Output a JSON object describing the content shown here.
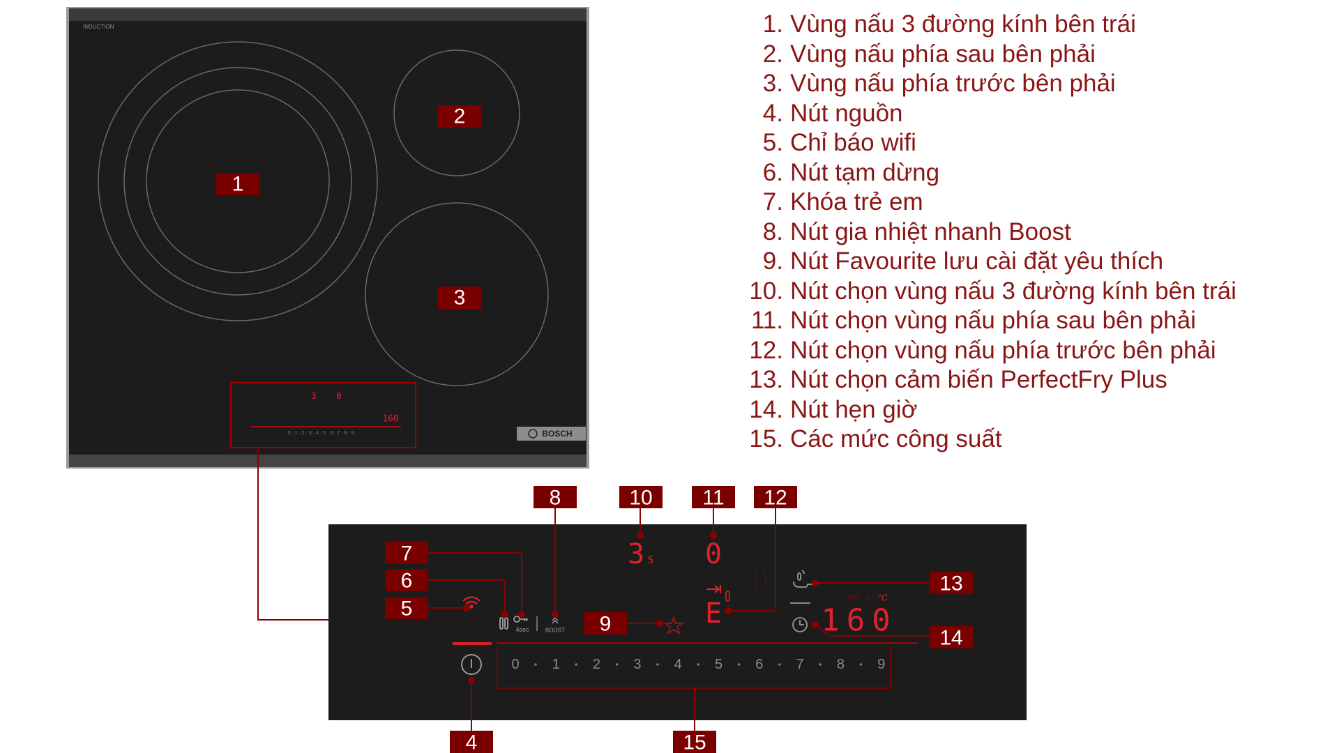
{
  "legend": [
    {
      "num": "1.",
      "text": "Vùng nấu 3 đường kính bên trái"
    },
    {
      "num": "2.",
      "text": "Vùng nấu phía sau bên phải"
    },
    {
      "num": "3.",
      "text": "Vùng nấu phía trước bên phải"
    },
    {
      "num": "4.",
      "text": "Nút nguồn"
    },
    {
      "num": "5.",
      "text": "Chỉ báo wifi"
    },
    {
      "num": "6.",
      "text": "Nút tạm dừng"
    },
    {
      "num": "7.",
      "text": "Khóa trẻ em"
    },
    {
      "num": "8.",
      "text": "Nút gia nhiệt nhanh Boost"
    },
    {
      "num": "9.",
      "text": "Nút Favourite lưu cài đặt yêu thích"
    },
    {
      "num": "10.",
      "text": "Nút chọn vùng nấu 3 đường kính bên trái"
    },
    {
      "num": "11.",
      "text": "Nút chọn vùng nấu phía sau bên phải"
    },
    {
      "num": "12.",
      "text": "Nút chọn vùng nấu phía trước bên phải"
    },
    {
      "num": "13.",
      "text": "Nút chọn cảm biến PerfectFry Plus"
    },
    {
      "num": "14.",
      "text": "Nút hẹn giờ"
    },
    {
      "num": "15.",
      "text": "Các mức công suất"
    }
  ],
  "cooktop": {
    "top_left_label": "INDUCTION",
    "brand": "BOSCH",
    "zone_labels": [
      "1",
      "2",
      "3"
    ]
  },
  "panel": {
    "zone_left_display": "3",
    "zone_left_sub": "5",
    "zone_rear_display": "0",
    "zone_front_display": "E",
    "lock_caption": "4sec",
    "boost_caption": "BOOST",
    "timer_units": "min : s",
    "temp_unit": "°C",
    "temp_display": "160",
    "power_levels": [
      "0",
      "1",
      "2",
      "3",
      "4",
      "5",
      "6",
      "7",
      "8",
      "9"
    ]
  },
  "callouts": {
    "c1": "1",
    "c2": "2",
    "c3": "3",
    "c4": "4",
    "c5": "5",
    "c6": "6",
    "c7": "7",
    "c8": "8",
    "c9": "9",
    "c10": "10",
    "c11": "11",
    "c12": "12",
    "c13": "13",
    "c14": "14",
    "c15": "15"
  },
  "colors": {
    "callout": "#7a0000",
    "display_red": "#e3212b",
    "legend_text": "#8a1515",
    "glass": "#1c1c1c"
  }
}
